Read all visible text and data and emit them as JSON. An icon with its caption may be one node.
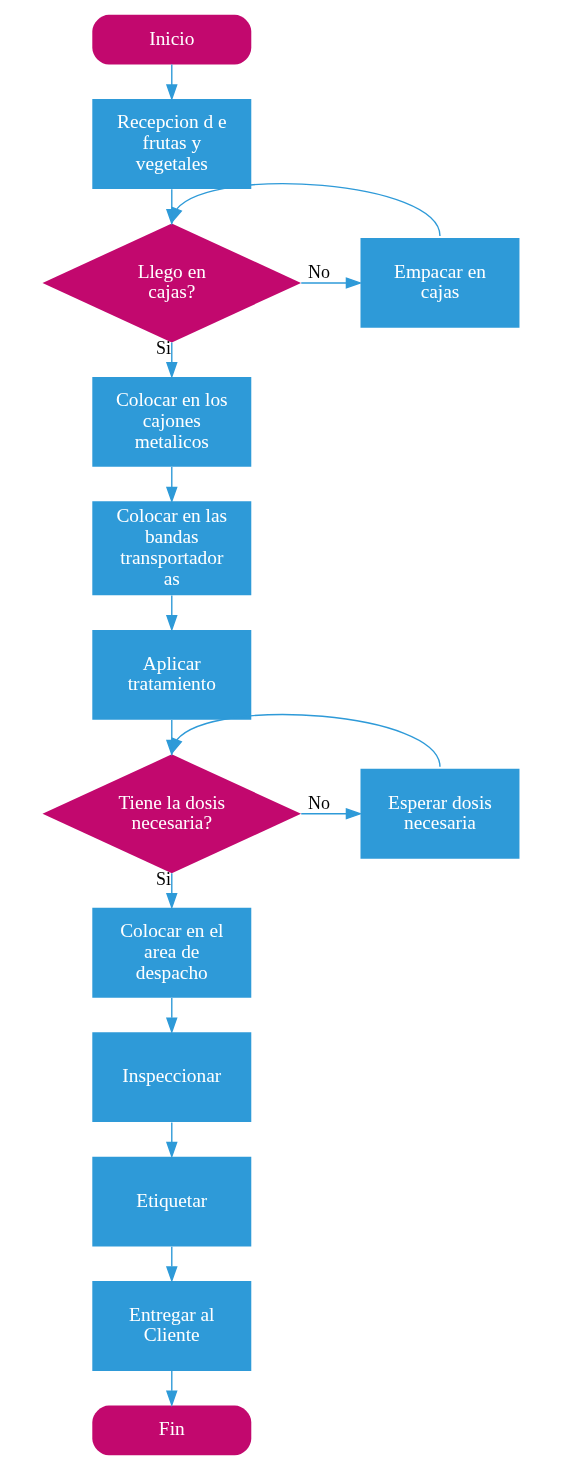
{
  "diagram": {
    "nodes": [
      {
        "text": [
          "Inicio"
        ]
      },
      {
        "text": [
          "Recepcion d e frutas y vegetales"
        ]
      },
      {
        "text": [
          "Llego en cajas?"
        ]
      },
      {
        "text": [
          "Empacar en cajas"
        ]
      },
      {
        "text": [
          "Colocar en los cajones metalicos"
        ]
      },
      {
        "text": [
          "Colocar en las bandas transportador as"
        ]
      },
      {
        "text": [
          "Aplicar tratamiento"
        ]
      },
      {
        "text": [
          "Tiene la dosis necesaria?"
        ]
      },
      {
        "text": [
          "Esperar dosis necesaria"
        ]
      },
      {
        "text": [
          "Colocar en el area de despacho"
        ]
      },
      {
        "text": [
          "Inspeccionar"
        ]
      },
      {
        "text": [
          "Etiquetar"
        ]
      },
      {
        "text": [
          "Entregar al Cliente"
        ]
      },
      {
        "text": [
          "Fin"
        ]
      }
    ],
    "edges": [
      {
        "from": 0,
        "to": 1,
        "arrow": "to"
      },
      {
        "from": 1,
        "to": 2,
        "arrow": "to"
      },
      {
        "from": 2,
        "to": 3,
        "arrow": "to",
        "label": "No"
      },
      {
        "from": 3,
        "to": 2,
        "arrow": "to"
      },
      {
        "from": 2,
        "to": 4,
        "arrow": "to",
        "label": "Si"
      },
      {
        "from": 4,
        "to": 5,
        "arrow": "to"
      },
      {
        "from": 5,
        "to": 6,
        "arrow": "to"
      },
      {
        "from": 6,
        "to": 7,
        "arrow": "to"
      },
      {
        "from": 7,
        "to": 8,
        "arrow": "to",
        "label": "No"
      },
      {
        "from": 8,
        "to": 7,
        "arrow": "to"
      },
      {
        "from": 7,
        "to": 9,
        "arrow": "to",
        "label": "Si"
      },
      {
        "from": 9,
        "to": 10,
        "arrow": "to"
      },
      {
        "from": 10,
        "to": 11,
        "arrow": "to"
      },
      {
        "from": 11,
        "to": 12,
        "arrow": "to"
      },
      {
        "from": 12,
        "to": 13,
        "arrow": "to"
      }
    ]
  }
}
